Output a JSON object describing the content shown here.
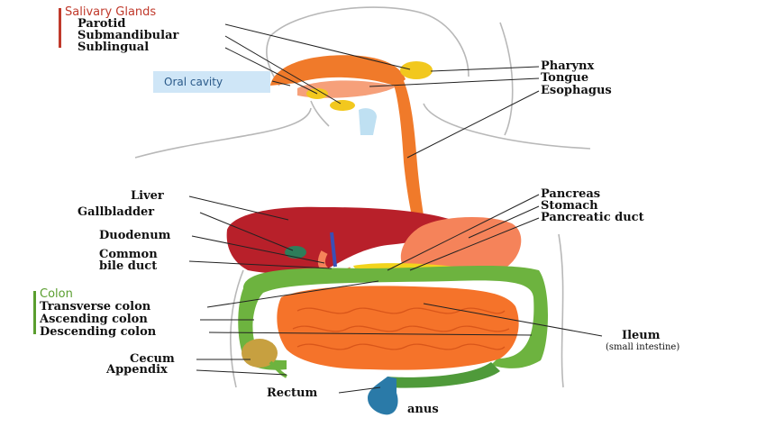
{
  "groups": {
    "salivary": "Salivary Glands",
    "colon": "Colon"
  },
  "labels": {
    "parotid": "Parotid",
    "submandibular": "Submandibular",
    "sublingual": "Sublingual",
    "oral_cavity": "Oral cavity",
    "pharynx": "Pharynx",
    "tongue": "Tongue",
    "esophagus": "Esophagus",
    "liver": "Liver",
    "gallbladder": "Gallbladder",
    "duodenum": "Duodenum",
    "common_bile_duct_1": "Common",
    "common_bile_duct_2": "bile duct",
    "pancreas": "Pancreas",
    "stomach": "Stomach",
    "pancreatic_duct": "Pancreatic duct",
    "transverse_colon": "Transverse colon",
    "ascending_colon": "Ascending colon",
    "descending_colon": "Descending colon",
    "cecum": "Cecum",
    "appendix": "Appendix",
    "rectum": "Rectum",
    "anus": "anus",
    "ileum": "Ileum",
    "ileum_note": "(small intestine)"
  },
  "colors": {
    "salivary_accent": "#c0392b",
    "colon_accent": "#5a9e2f",
    "esophagus": "#f07a2a",
    "liver": "#b8202a",
    "colon": "#6db33f",
    "small_intestine": "#f5732a",
    "pancreas": "#f2d41c",
    "rectum": "#2a7aa8"
  }
}
